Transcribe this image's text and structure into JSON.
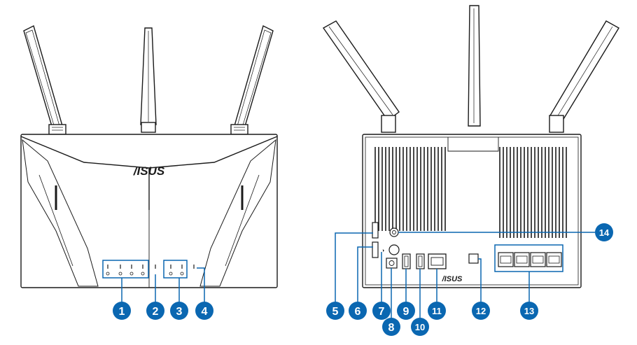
{
  "brand": {
    "logo_text": "/ISUS"
  },
  "colors": {
    "callout_fill": "#0a67b1",
    "callout_text": "#ffffff",
    "leader_line": "#0a67b1",
    "device_outline": "#1a1a1a",
    "device_fill": "#ffffff"
  },
  "callouts": {
    "c1": "1",
    "c2": "2",
    "c3": "3",
    "c4": "4",
    "c5": "5",
    "c6": "6",
    "c7": "7",
    "c8": "8",
    "c9": "9",
    "c10": "10",
    "c11": "11",
    "c12": "12",
    "c13": "13",
    "c14": "14"
  }
}
